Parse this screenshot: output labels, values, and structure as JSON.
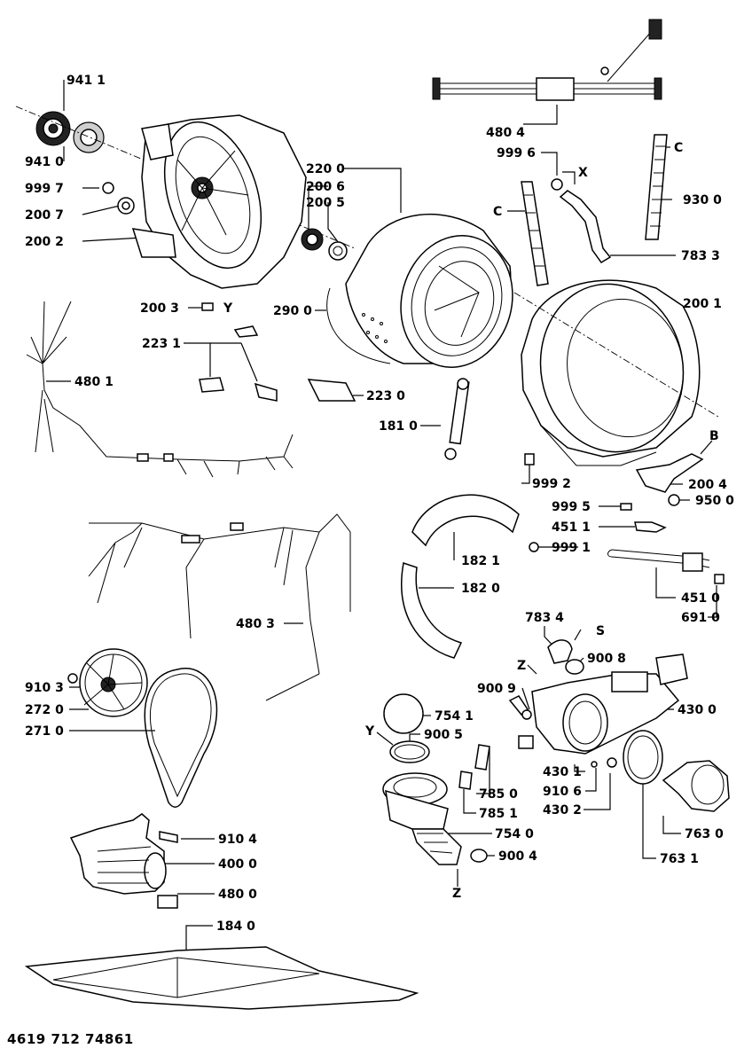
{
  "labels": {
    "p941_1": "941 1",
    "p941_0": "941 0",
    "p999_7": "999 7",
    "p200_7": "200 7",
    "p200_2": "200 2",
    "p200_3": "200 3",
    "y1": "Y",
    "p220_0": "220 0",
    "p200_6": "200 6",
    "p200_5": "200 5",
    "p290_0": "290 0",
    "p223_1": "223 1",
    "p223_0": "223 0",
    "p181_0": "181 0",
    "p480_1": "480 1",
    "p480_4": "480 4",
    "p999_6": "999 6",
    "x1": "X",
    "c1": "C",
    "c2": "C",
    "p930_0": "930 0",
    "p783_3": "783 3",
    "p200_1": "200 1",
    "b1": "B",
    "p200_4": "200 4",
    "p950_0": "950 0",
    "p999_2": "999 2",
    "p999_5": "999 5",
    "p451_1": "451 1",
    "p999_1": "999 1",
    "p182_1": "182 1",
    "p182_0": "182 0",
    "p451_0": "451 0",
    "p691_0": "691 0",
    "p480_3": "480 3",
    "p783_4": "783 4",
    "s1": "S",
    "z1": "Z",
    "p900_8": "900 8",
    "p900_9": "900 9",
    "p430_0": "430 0",
    "p910_3": "910 3",
    "p272_0": "272 0",
    "p271_0": "271 0",
    "p754_1": "754 1",
    "y2": "Y",
    "p900_5": "900 5",
    "p430_1": "430 1",
    "p910_6": "910 6",
    "p430_2": "430 2",
    "p785_0": "785 0",
    "p785_1": "785 1",
    "p763_0": "763 0",
    "p763_1": "763 1",
    "p754_0": "754 0",
    "p900_4": "900 4",
    "z2": "Z",
    "p910_4": "910 4",
    "p400_0": "400 0",
    "p480_0": "480 0",
    "p184_0": "184 0"
  },
  "document_number": "4619 712 74861"
}
